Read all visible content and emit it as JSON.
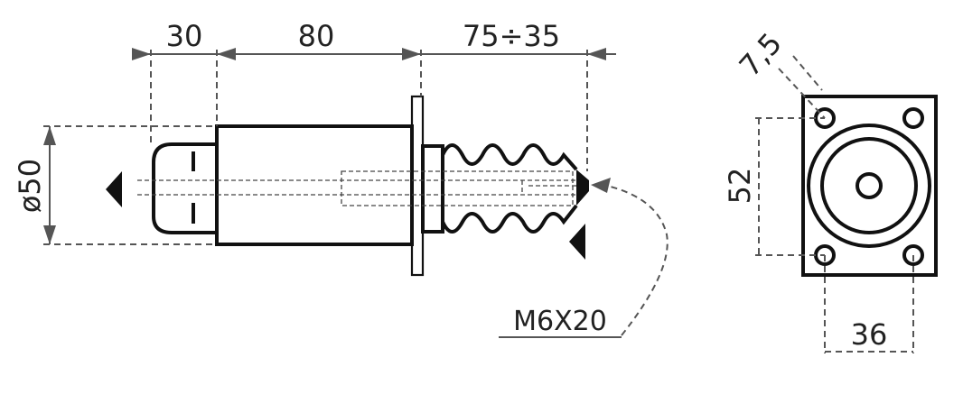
{
  "dimensions": {
    "piston_length": "30",
    "body_length": "80",
    "stroke_range": "75÷35",
    "diameter": "ø50",
    "bolt_spacing_vertical": "52",
    "bolt_spacing_horizontal": "36",
    "bolt_offset": "7,5",
    "thread_callout": "M6X20"
  },
  "colors": {
    "outline": "#111111",
    "dimension_line": "#555555"
  }
}
